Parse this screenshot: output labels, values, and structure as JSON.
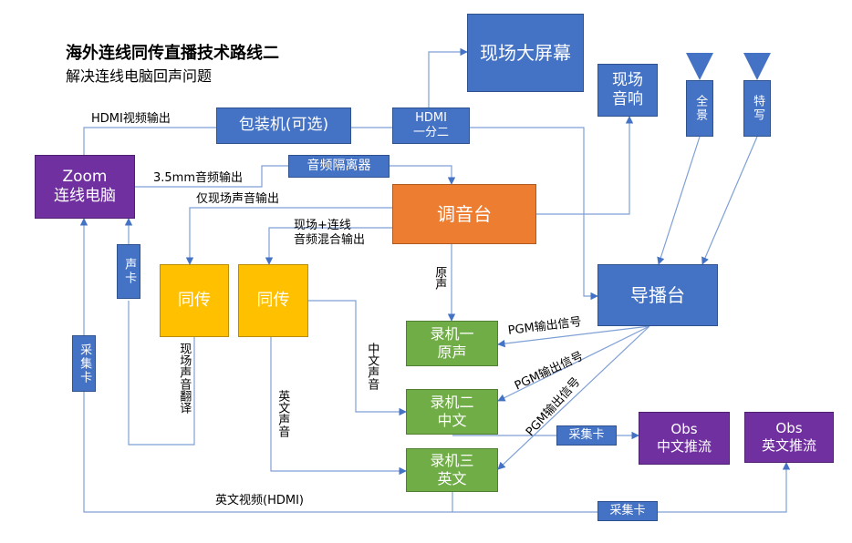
{
  "title": "海外连线同传直播技术路线二",
  "subtitle": "解决连线电脑回声问题",
  "colors": {
    "blue": "#4472c4",
    "orange": "#ed7d31",
    "yellow": "#ffc000",
    "green": "#70ad47",
    "purple": "#7030a0",
    "line": "#4472c4"
  },
  "nodes": {
    "big_screen": "现场大屏幕",
    "live_speaker": "现场\n音响",
    "camera_wide": "全景",
    "camera_close": "特写",
    "packager": "包装机(可选)",
    "hdmi_splitter": "HDMI\n一分二",
    "zoom_pc": "Zoom\n连线电脑",
    "audio_isolator": "音频隔离器",
    "mixer": "调音台",
    "director": "导播台",
    "interp_1": "同传",
    "interp_2": "同传",
    "rec_1": "录机一\n原声",
    "rec_2": "录机二\n中文",
    "rec_3": "录机三\n英文",
    "obs_cn": "Obs\n中文推流",
    "obs_en": "Obs\n英文推流",
    "sound_card": "声卡",
    "capture_card_left": "采集卡",
    "capture_card_mid": "采集卡",
    "capture_card_bottom": "采集卡"
  },
  "labels": {
    "hdmi_out": "HDMI视频输出",
    "audio_35": "3.5mm音频输出",
    "live_only": "仅现场声音输出",
    "mix_out": "现场+连线\n音频混合输出",
    "original": "原声",
    "pgm_1": "PGM输出信号",
    "pgm_2": "PGM输出信号",
    "pgm_3": "PGM输出信号",
    "live_translation": "现场声音翻译",
    "chinese_voice": "中文声音",
    "english_voice": "英文声音",
    "english_video": "英文视频(HDMI)"
  }
}
